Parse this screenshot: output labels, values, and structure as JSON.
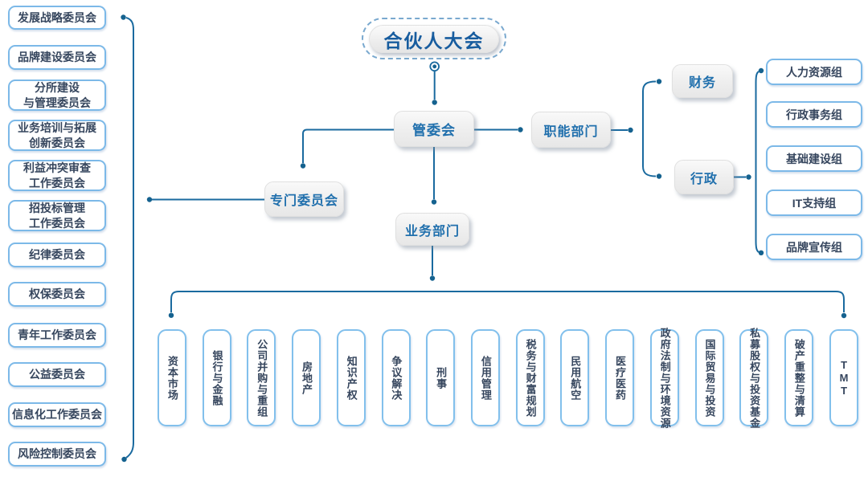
{
  "root": {
    "label": "合伙人大会"
  },
  "nodes": {
    "management": "管委会",
    "functional": "职能部门",
    "finance": "财务",
    "administration": "行政",
    "special_committees": "专门委员会",
    "business_departments": "业务部门"
  },
  "left_committees": [
    "发展战略委员会",
    "品牌建设委员会",
    "分所建设\n与管理委员会",
    "业务培训与拓展\n创新委员会",
    "利益冲突审查\n工作委员会",
    "招投标管理\n工作委员会",
    "纪律委员会",
    "权保委员会",
    "青年工作委员会",
    "公益委员会",
    "信息化工作委员会",
    "风险控制委员会"
  ],
  "admin_groups": [
    "人力资源组",
    "行政事务组",
    "基础建设组",
    "IT支持组",
    "品牌宣传组"
  ],
  "business_departments": [
    "资本市场",
    "银行与金融",
    "公司并购与重组",
    "房地产",
    "知识产权",
    "争议解决",
    "刑事",
    "信用管理",
    "税务与财富规划",
    "民用航空",
    "医疗医药",
    "政府法制与环境资源",
    "国际贸易与投资",
    "私募股权与投资基金",
    "破产重整与清算",
    "TMT"
  ],
  "colors": {
    "connector_line": "#1a6a9f",
    "node_text_blue": "#2170ad",
    "root_text_blue": "#175c9e",
    "box_border_blue": "#7cb9e8",
    "box_text_navy": "#36465e"
  }
}
